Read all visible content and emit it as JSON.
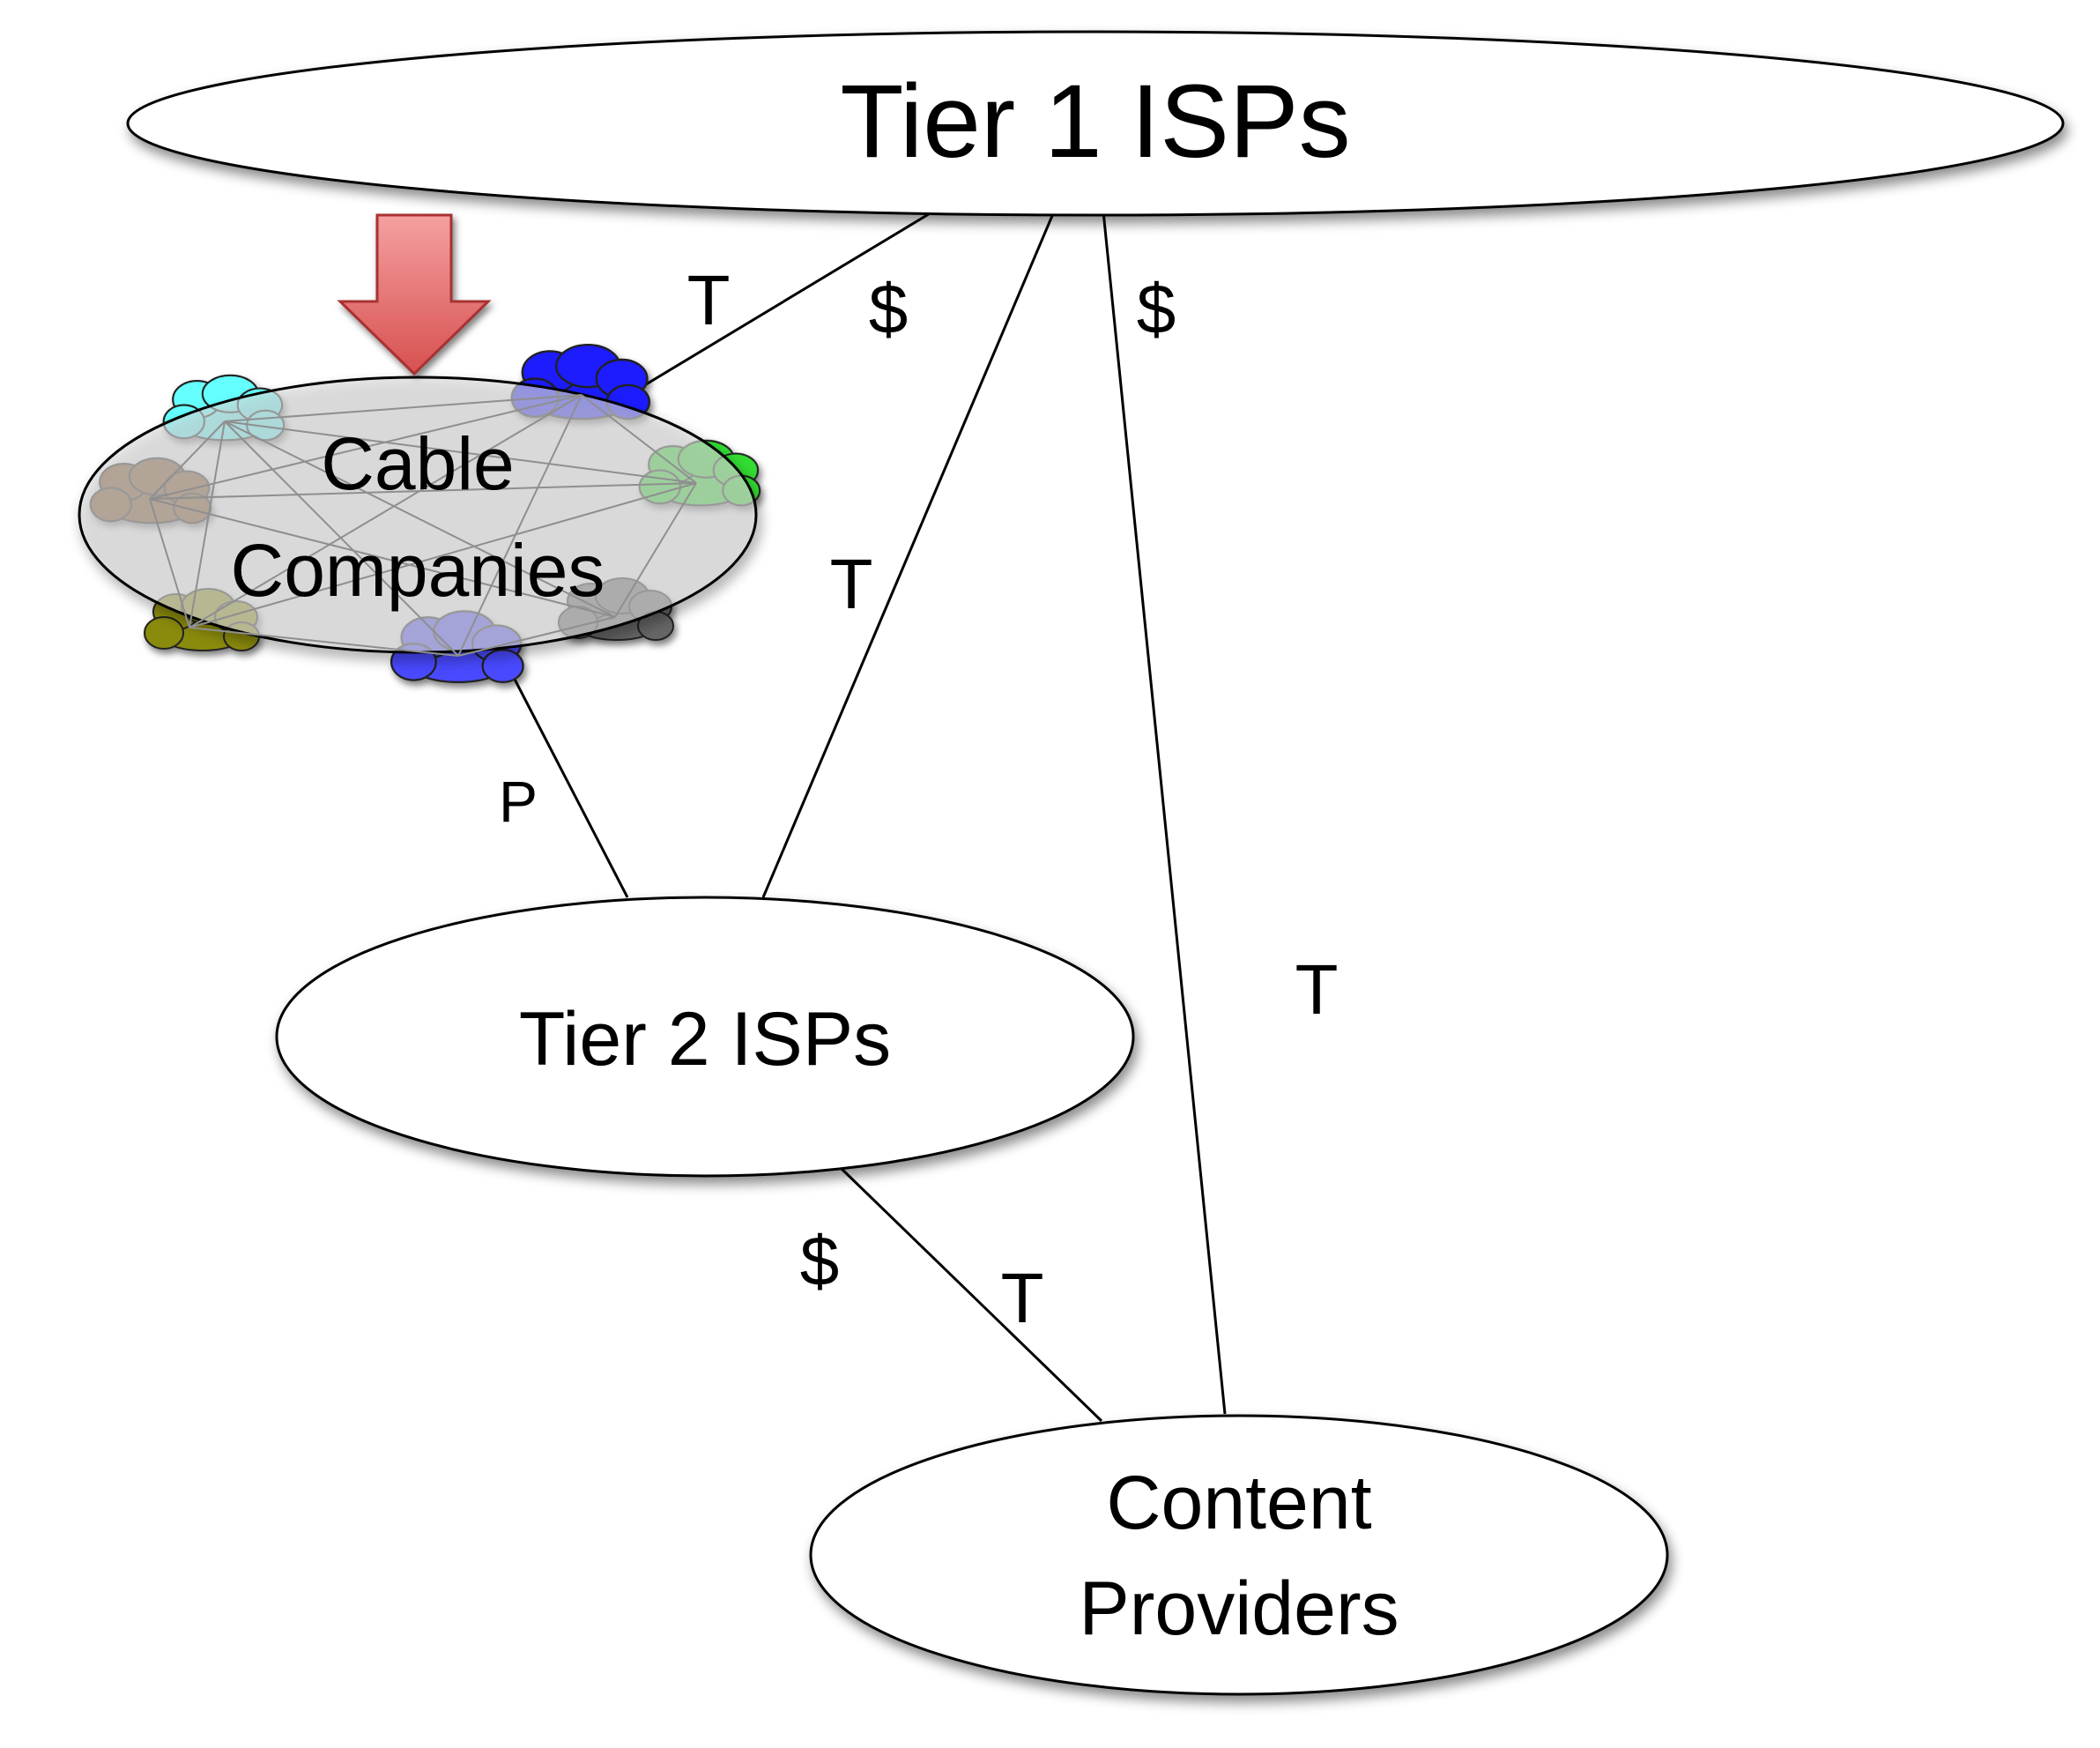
{
  "nodes": {
    "tier1": {
      "label": "Tier 1 ISPs"
    },
    "cable": {
      "line1": "Cable",
      "line2": "Companies"
    },
    "tier2": {
      "label": "Tier 2 ISPs"
    },
    "content": {
      "line1": "Content",
      "line2": "Providers"
    }
  },
  "edges": [
    {
      "from": "Tier 1 ISPs",
      "to": "Cable Companies",
      "labels": [
        "T",
        "$"
      ]
    },
    {
      "from": "Tier 1 ISPs",
      "to": "Tier 2 ISPs",
      "labels": [
        "T"
      ]
    },
    {
      "from": "Tier 1 ISPs",
      "to": "Content Providers",
      "labels": [
        "$",
        "T"
      ]
    },
    {
      "from": "Cable Companies",
      "to": "Tier 2 ISPs",
      "labels": [
        "P"
      ]
    },
    {
      "from": "Tier 2 ISPs",
      "to": "Content Providers",
      "labels": [
        "$",
        "T"
      ]
    }
  ],
  "colors": {
    "highlight_arrow": "#e06060",
    "cable_ellipse_fill": "#d9d9d9",
    "clouds": [
      "#66ffff",
      "#1a1aff",
      "#7a4a1a",
      "#33dd33",
      "#8a8a10",
      "#4a4aff",
      "#666666"
    ]
  },
  "icons": {
    "highlight": "down-arrow-icon",
    "network": "cloud-icon"
  }
}
